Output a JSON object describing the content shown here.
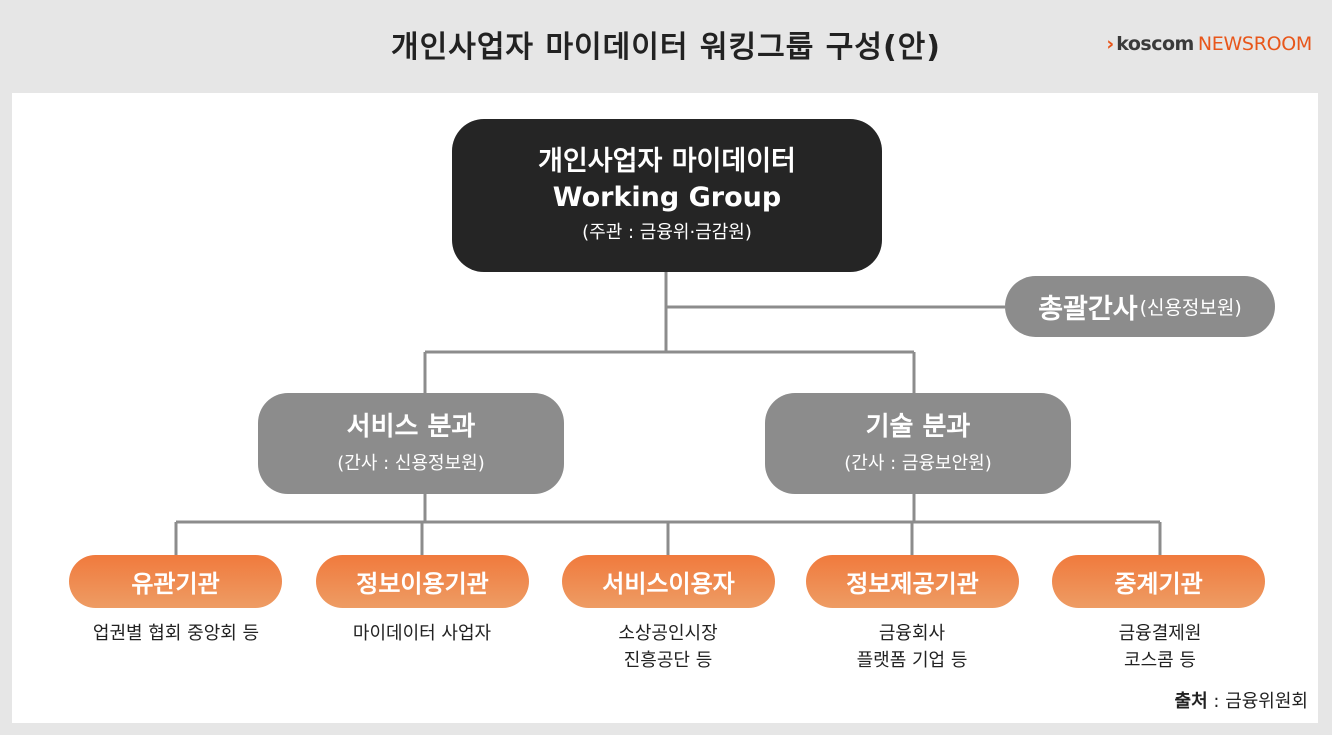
{
  "title": "개인사업자 마이데이터 워킹그룹 구성(안)",
  "logo": {
    "chevron": "›",
    "brand": "koscom",
    "suffix": "NEWSROOM",
    "accent": "#e8561a"
  },
  "top_node": {
    "line1": "개인사업자 마이데이터",
    "line2": "Working Group",
    "line3": "(주관 : 금융위·금감원)"
  },
  "secretariat": {
    "main": "총괄간사",
    "sub": "(신용정보원)"
  },
  "divisions": [
    {
      "main": "서비스 분과",
      "sub": "(간사 : 신용정보원)"
    },
    {
      "main": "기술 분과",
      "sub": "(간사 : 금융보안원)"
    }
  ],
  "members": [
    {
      "label": "유관기관",
      "desc": [
        "업권별 협회 중앙회 등"
      ]
    },
    {
      "label": "정보이용기관",
      "desc": [
        "마이데이터 사업자"
      ]
    },
    {
      "label": "서비스이용자",
      "desc": [
        "소상공인시장",
        "진흥공단 등"
      ]
    },
    {
      "label": "정보제공기관",
      "desc": [
        "금융회사",
        "플랫폼 기업 등"
      ]
    },
    {
      "label": "중계기관",
      "desc": [
        "금융결제원",
        "코스콤 등"
      ]
    }
  ],
  "source": {
    "label": "출처",
    "sep": " : ",
    "value": "금융위원회"
  },
  "colors": {
    "top": "#252525",
    "grey": "#8c8c8c",
    "orange": "#f07a3d",
    "line": "#8c8c8c"
  }
}
